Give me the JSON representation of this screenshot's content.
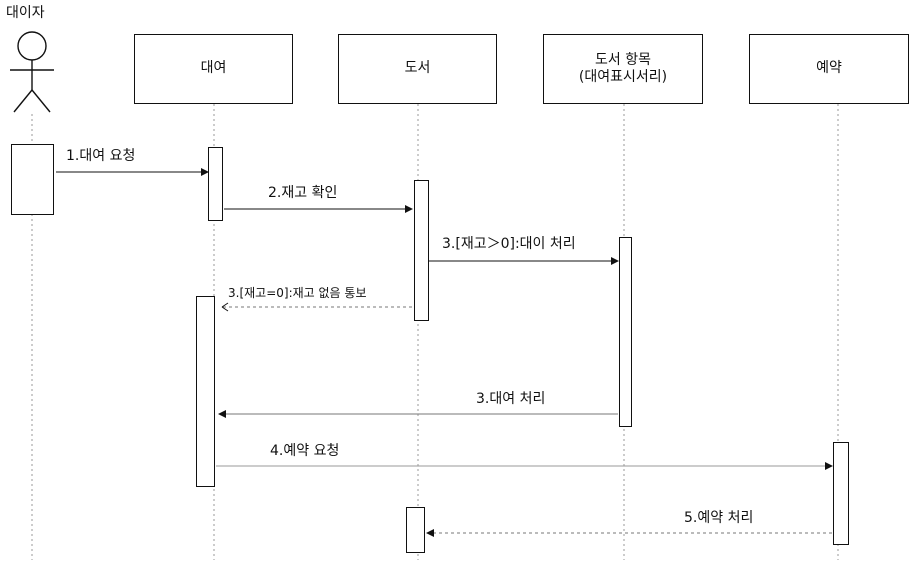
{
  "actor": {
    "name": "대이자"
  },
  "participants": [
    {
      "id": "rent",
      "label": "대여"
    },
    {
      "id": "book",
      "label": "도서"
    },
    {
      "id": "bookitem",
      "label": "도서 항목",
      "sublabel": "(대여표시서리)"
    },
    {
      "id": "reserve",
      "label": "예약"
    }
  ],
  "messages": [
    {
      "id": "m1",
      "label": "1.대여 요청"
    },
    {
      "id": "m2",
      "label": "2.재고 확인"
    },
    {
      "id": "m3",
      "label": "3.[재고＞0]:대이 처리"
    },
    {
      "id": "m4",
      "label": "3.[재고=0]:재고 없음 통보"
    },
    {
      "id": "m5",
      "label": "3.대여 처리"
    },
    {
      "id": "m6",
      "label": "4.예약 요청"
    },
    {
      "id": "m7",
      "label": "5.예약 처리"
    }
  ]
}
